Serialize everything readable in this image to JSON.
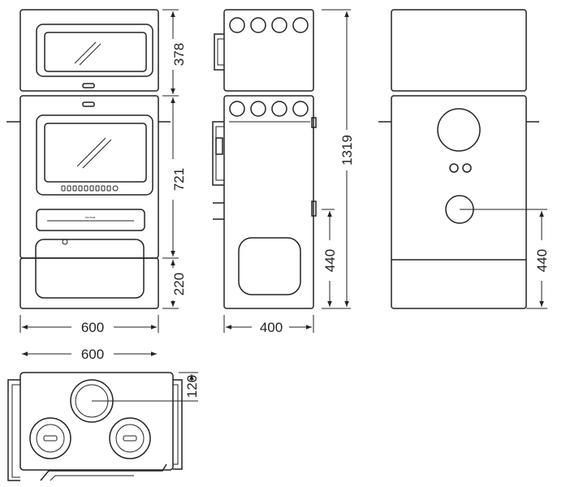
{
  "dimensions": {
    "front_top_height": "378",
    "front_middle_height": "721",
    "front_bottom_height": "220",
    "front_width": "600",
    "side_total_height": "1319",
    "side_outlet_height": "440",
    "side_depth": "400",
    "rear_outlet_height": "440",
    "top_width": "600",
    "top_outlet_offset": "120"
  },
  "brand_badge": "morsø"
}
